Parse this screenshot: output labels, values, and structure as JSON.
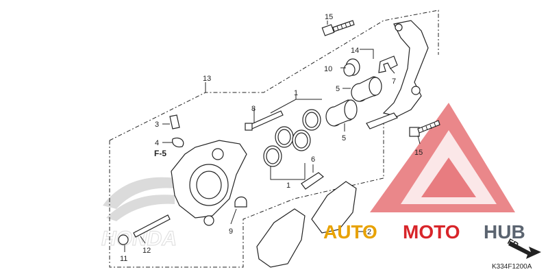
{
  "callouts": {
    "c1a": "1",
    "c1b": "1",
    "c2": "2",
    "c3": "3",
    "c4": "4",
    "c5a": "5",
    "c5b": "5",
    "c6": "6",
    "c7": "7",
    "c8": "8",
    "c9": "9",
    "c10": "10",
    "c11": "11",
    "c12": "12",
    "c13": "13",
    "c14": "14",
    "c15a": "15",
    "c15b": "15"
  },
  "reference": "F-5",
  "direction": "FR.",
  "diagram_code": "K334F1200A",
  "brand_watermark": "HONDA",
  "logo": {
    "part1": "AUTO",
    "part2": "MOTO",
    "part3": "HUB",
    "colors": {
      "auto": "#e8a200",
      "moto": "#d8252a",
      "hub": "#5b6470"
    }
  }
}
